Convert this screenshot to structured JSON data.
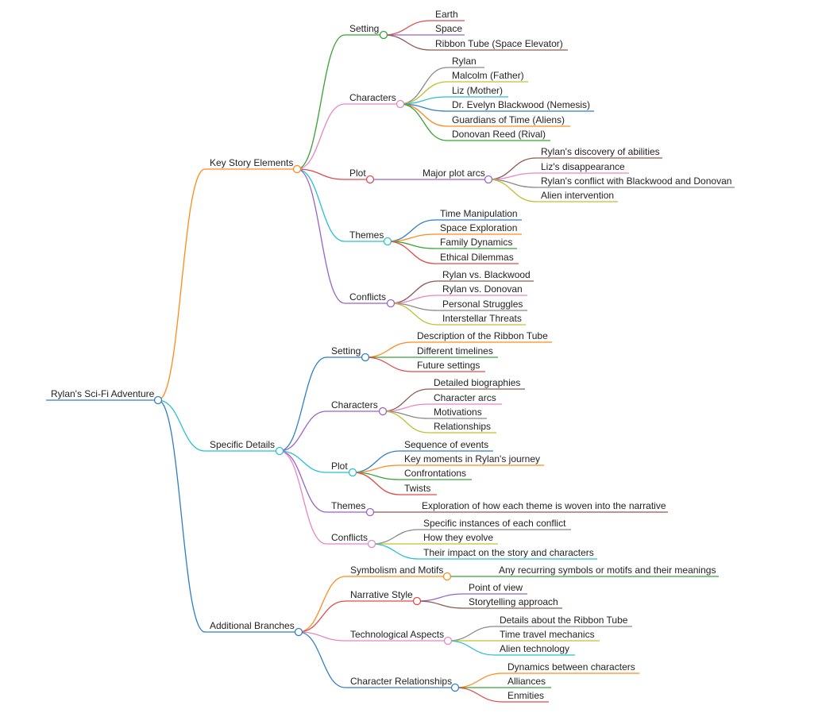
{
  "mindmap": {
    "root": {
      "label": "Rylan's Sci-Fi Adventure",
      "color": "#2f7ec4",
      "children": [
        {
          "label": "Key Story Elements",
          "color": "#ff8a1c",
          "children": [
            {
              "label": "Setting",
              "color": "#36a236",
              "children": [
                {
                  "label": "Earth",
                  "color": "#e04a4a"
                },
                {
                  "label": "Space",
                  "color": "#9a62c6"
                },
                {
                  "label": "Ribbon Tube (Space Elevator)",
                  "color": "#8c5a50"
                }
              ]
            },
            {
              "label": "Characters",
              "color": "#e685c6",
              "children": [
                {
                  "label": "Rylan",
                  "color": "#888888"
                },
                {
                  "label": "Malcolm (Father)",
                  "color": "#c0c030"
                },
                {
                  "label": "Liz (Mother)",
                  "color": "#27c0d0"
                },
                {
                  "label": "Dr. Evelyn Blackwood (Nemesis)",
                  "color": "#2f7ec4"
                },
                {
                  "label": "Guardians of Time (Aliens)",
                  "color": "#ff8a1c"
                },
                {
                  "label": "Donovan Reed (Rival)",
                  "color": "#36a236"
                }
              ]
            },
            {
              "label": "Plot",
              "color": "#e04a4a",
              "children": [
                {
                  "label": "Major plot arcs",
                  "color": "#9a62c6",
                  "children": [
                    {
                      "label": "Rylan's discovery of abilities",
                      "color": "#8c5a50"
                    },
                    {
                      "label": "Liz's disappearance",
                      "color": "#e685c6"
                    },
                    {
                      "label": "Rylan's conflict with Blackwood and Donovan",
                      "color": "#888888"
                    },
                    {
                      "label": "Alien intervention",
                      "color": "#c0c030"
                    }
                  ]
                }
              ]
            },
            {
              "label": "Themes",
              "color": "#27c0d0",
              "children": [
                {
                  "label": "Time Manipulation",
                  "color": "#2f7ec4"
                },
                {
                  "label": "Space Exploration",
                  "color": "#ff8a1c"
                },
                {
                  "label": "Family Dynamics",
                  "color": "#36a236"
                },
                {
                  "label": "Ethical Dilemmas",
                  "color": "#e04a4a"
                }
              ]
            },
            {
              "label": "Conflicts",
              "color": "#9a62c6",
              "children": [
                {
                  "label": "Rylan vs. Blackwood",
                  "color": "#8c5a50"
                },
                {
                  "label": "Rylan vs. Donovan",
                  "color": "#e685c6"
                },
                {
                  "label": "Personal Struggles",
                  "color": "#888888"
                },
                {
                  "label": "Interstellar Threats",
                  "color": "#c0c030"
                }
              ]
            }
          ]
        },
        {
          "label": "Specific Details",
          "color": "#27c0d0",
          "children": [
            {
              "label": "Setting",
              "color": "#2f7ec4",
              "children": [
                {
                  "label": "Description of the Ribbon Tube",
                  "color": "#ff8a1c"
                },
                {
                  "label": "Different timelines",
                  "color": "#36a236"
                },
                {
                  "label": "Future settings",
                  "color": "#e04a4a"
                }
              ]
            },
            {
              "label": "Characters",
              "color": "#9a62c6",
              "children": [
                {
                  "label": "Detailed biographies",
                  "color": "#8c5a50"
                },
                {
                  "label": "Character arcs",
                  "color": "#e685c6"
                },
                {
                  "label": "Motivations",
                  "color": "#888888"
                },
                {
                  "label": "Relationships",
                  "color": "#c0c030"
                }
              ]
            },
            {
              "label": "Plot",
              "color": "#27c0d0",
              "children": [
                {
                  "label": "Sequence of events",
                  "color": "#2f7ec4"
                },
                {
                  "label": "Key moments in Rylan's journey",
                  "color": "#ff8a1c"
                },
                {
                  "label": "Confrontations",
                  "color": "#36a236"
                },
                {
                  "label": "Twists",
                  "color": "#e04a4a"
                }
              ]
            },
            {
              "label": "Themes",
              "color": "#9a62c6",
              "children": [
                {
                  "label": "Exploration of how each theme is woven into the narrative",
                  "color": "#8c5a50"
                }
              ]
            },
            {
              "label": "Conflicts",
              "color": "#e685c6",
              "children": [
                {
                  "label": "Specific instances of each conflict",
                  "color": "#888888"
                },
                {
                  "label": "How they evolve",
                  "color": "#c0c030"
                },
                {
                  "label": "Their impact on the story and characters",
                  "color": "#27c0d0"
                }
              ]
            }
          ]
        },
        {
          "label": "Additional Branches",
          "color": "#2f7ec4",
          "children": [
            {
              "label": "Symbolism and Motifs",
              "color": "#ff8a1c",
              "children": [
                {
                  "label": "Any recurring symbols or motifs and their meanings",
                  "color": "#36a236"
                }
              ]
            },
            {
              "label": "Narrative Style",
              "color": "#e04a4a",
              "children": [
                {
                  "label": "Point of view",
                  "color": "#9a62c6"
                },
                {
                  "label": "Storytelling approach",
                  "color": "#8c5a50"
                }
              ]
            },
            {
              "label": "Technological Aspects",
              "color": "#e685c6",
              "children": [
                {
                  "label": "Details about the Ribbon Tube",
                  "color": "#888888"
                },
                {
                  "label": "Time travel mechanics",
                  "color": "#c0c030"
                },
                {
                  "label": "Alien technology",
                  "color": "#27c0d0"
                }
              ]
            },
            {
              "label": "Character Relationships",
              "color": "#2f7ec4",
              "children": [
                {
                  "label": "Dynamics between characters",
                  "color": "#ff8a1c"
                },
                {
                  "label": "Alliances",
                  "color": "#36a236"
                },
                {
                  "label": "Enmities",
                  "color": "#e04a4a"
                }
              ]
            }
          ]
        }
      ]
    }
  }
}
